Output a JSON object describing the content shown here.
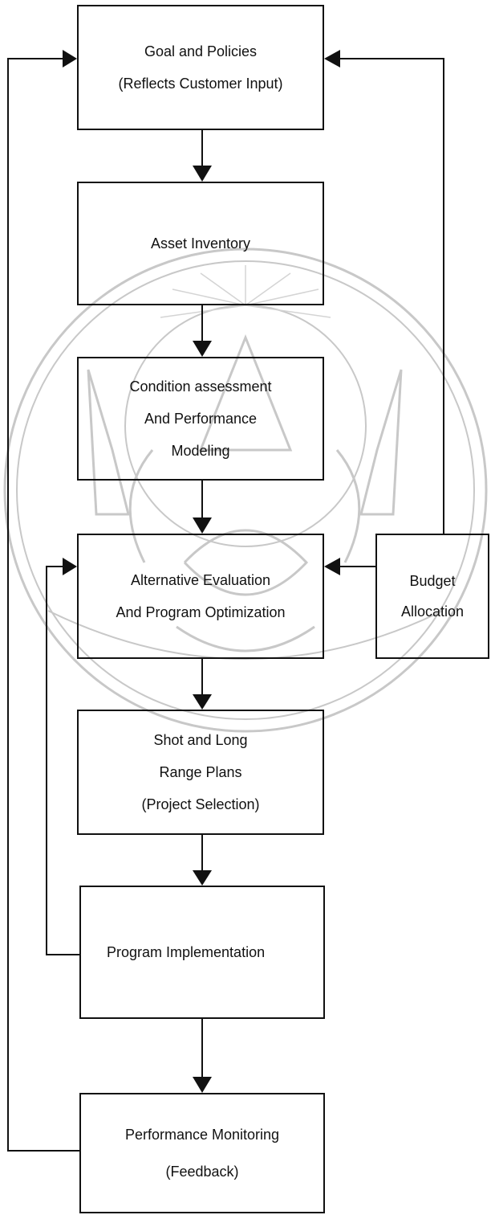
{
  "diagram": {
    "nodes": {
      "goal": {
        "lines": [
          "Goal and Policies",
          "(Reflects Customer Input)"
        ]
      },
      "asset": {
        "lines": [
          "Asset Inventory"
        ]
      },
      "condition": {
        "lines": [
          "Condition assessment",
          "And Performance",
          "Modeling"
        ]
      },
      "alternative": {
        "lines": [
          "Alternative Evaluation",
          "And Program Optimization"
        ]
      },
      "budget": {
        "lines": [
          "Budget",
          "Allocation"
        ]
      },
      "plans": {
        "lines": [
          "Shot and Long",
          "Range Plans",
          "(Project Selection)"
        ]
      },
      "implementation": {
        "lines": [
          "Program Implementation"
        ]
      },
      "monitoring": {
        "lines": [
          "Performance Monitoring",
          "(Feedback)"
        ]
      }
    },
    "edges": [
      {
        "from": "goal",
        "to": "asset"
      },
      {
        "from": "asset",
        "to": "condition"
      },
      {
        "from": "condition",
        "to": "alternative"
      },
      {
        "from": "alternative",
        "to": "plans"
      },
      {
        "from": "plans",
        "to": "implementation"
      },
      {
        "from": "implementation",
        "to": "monitoring"
      },
      {
        "from": "budget",
        "to": "alternative"
      },
      {
        "from": "budget",
        "to": "goal"
      },
      {
        "from": "implementation",
        "to": "alternative"
      },
      {
        "from": "monitoring",
        "to": "goal"
      }
    ],
    "colors": {
      "line": "#111111",
      "watermark": "#c8c8c8"
    }
  }
}
